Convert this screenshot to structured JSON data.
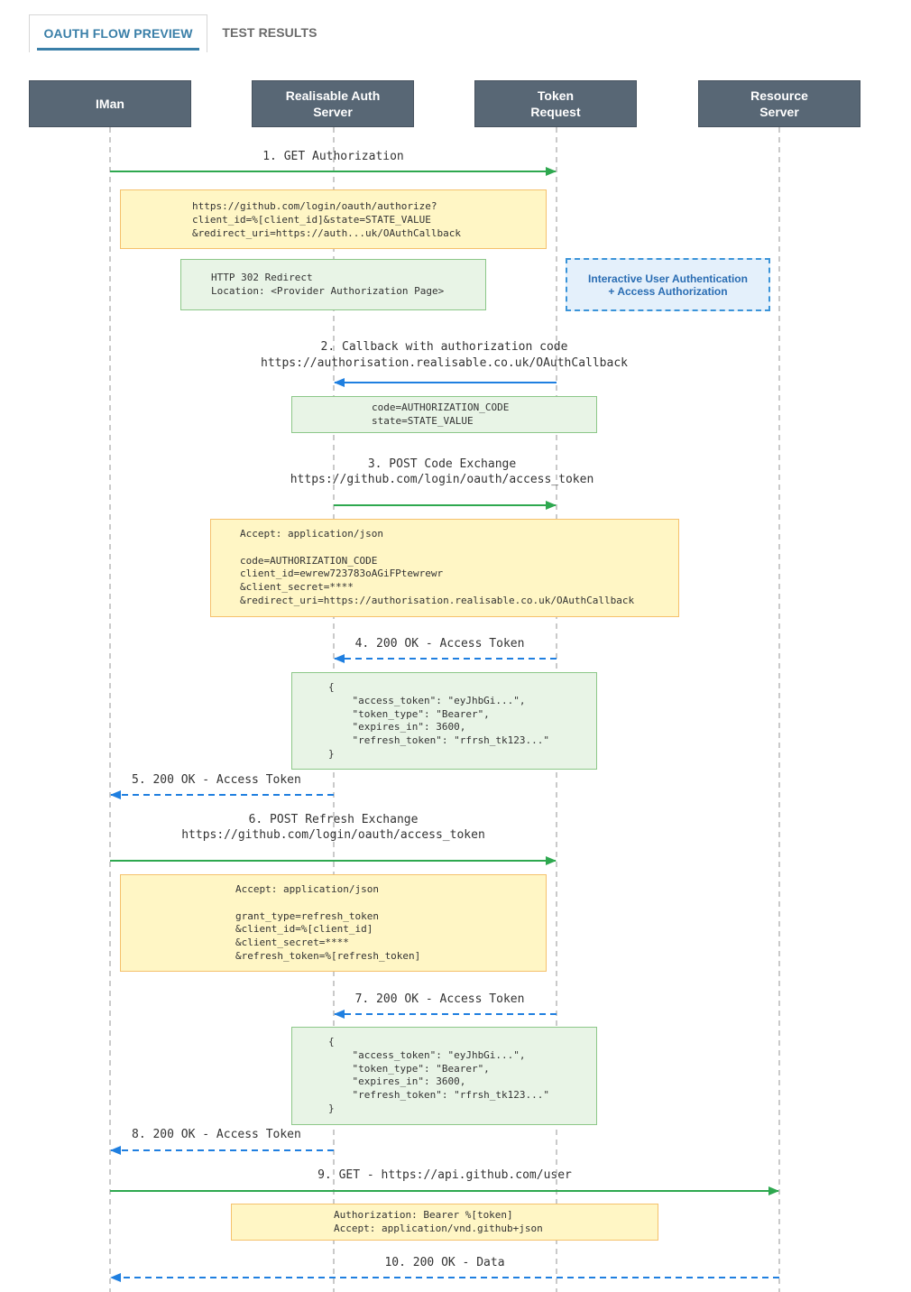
{
  "tabs": {
    "active": "OAUTH FLOW PREVIEW",
    "inactive": "TEST RESULTS"
  },
  "actors": [
    "IMan",
    "Realisable Auth\nServer",
    "Token\nRequest",
    "Resource\nServer"
  ],
  "colors": {
    "request_arrow": "#2ea84f",
    "response_arrow": "#1f7fe0",
    "actor_bg": "#586775"
  },
  "messages": {
    "m1": "1. GET Authorization",
    "m2_line1": "2. Callback with authorization code",
    "m2_line2": "https://authorisation.realisable.co.uk/OAuthCallback",
    "m3_line1": "3. POST Code Exchange",
    "m3_line2": "https://github.com/login/oauth/access_token",
    "m4": "4. 200 OK - Access Token",
    "m5": "5. 200 OK - Access Token",
    "m6_line1": "6. POST Refresh Exchange",
    "m6_line2": "https://github.com/login/oauth/access_token",
    "m7": "7. 200 OK - Access Token",
    "m8": "8. 200 OK - Access Token",
    "m9": "9. GET - https://api.github.com/user",
    "m10": "10. 200 OK - Data"
  },
  "notes": {
    "authorize_url": "https://github.com/login/oauth/authorize?\nclient_id=%[client_id]&state=STATE_VALUE\n&redirect_uri=https://auth...uk/OAuthCallback",
    "redirect": "HTTP 302 Redirect\nLocation: <Provider Authorization Page>",
    "interactive": "Interactive User Authentication\n+ Access Authorization",
    "callback_params": "code=AUTHORIZATION_CODE\nstate=STATE_VALUE",
    "code_exchange_body": "Accept: application/json\n\ncode=AUTHORIZATION_CODE\nclient_id=ewrew723783oAGiFPtewrewr\n&client_secret=****\n&redirect_uri=https://authorisation.realisable.co.uk/OAuthCallback",
    "token_response_1": "{\n    \"access_token\": \"eyJhbGi...\",\n    \"token_type\": \"Bearer\",\n    \"expires_in\": 3600,\n    \"refresh_token\": \"rfrsh_tk123...\"\n}",
    "refresh_body": "Accept: application/json\n\ngrant_type=refresh_token\n&client_id=%[client_id]\n&client_secret=****\n&refresh_token=%[refresh_token]",
    "token_response_2": "{\n    \"access_token\": \"eyJhbGi...\",\n    \"token_type\": \"Bearer\",\n    \"expires_in\": 3600,\n    \"refresh_token\": \"rfrsh_tk123...\"\n}",
    "user_headers": "Authorization: Bearer %[token]\nAccept: application/vnd.github+json"
  }
}
